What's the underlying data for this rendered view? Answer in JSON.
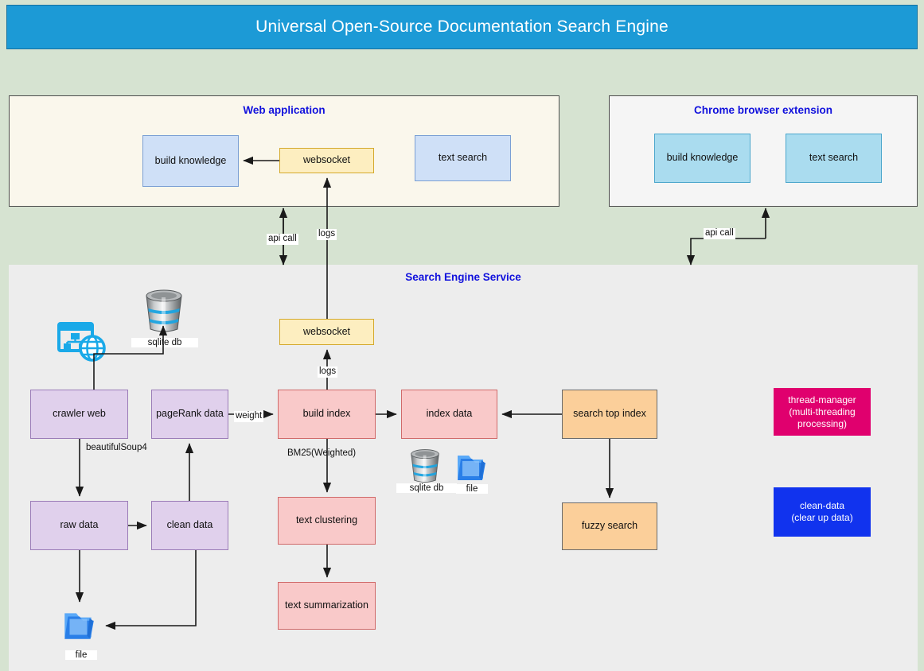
{
  "title": {
    "text": "Universal Open-Source Documentation Search Engine"
  },
  "panels": {
    "webapp": {
      "title": "Web application"
    },
    "chrome": {
      "title": "Chrome browser extension"
    },
    "service": {
      "title": "Search Engine Service"
    }
  },
  "webapp_nodes": [
    {
      "label": "build knowledge"
    },
    {
      "label": "websocket"
    },
    {
      "label": "text search"
    }
  ],
  "chrome_nodes": [
    {
      "label": "build knowledge"
    },
    {
      "label": "text search"
    }
  ],
  "service_nodes": {
    "websocket": "websocket",
    "crawler_web": "crawler web",
    "pagerank_data": "pageRank data",
    "build_index": "build index",
    "index_data": "index data",
    "search_top_index": "search top index",
    "thread_manager": "thread-manager\n(multi-threading\nprocessing)",
    "thread_manager_line1": "thread-manager",
    "thread_manager_line2": "(multi-threading",
    "thread_manager_line3": "processing)",
    "raw_data": "raw data",
    "clean_data": "clean data",
    "text_clustering": "text clustering",
    "text_summarization": "text summarization",
    "fuzzy_search": "fuzzy search",
    "clean_data_util_line1": "clean-data",
    "clean_data_util_line2": "(clear up data)"
  },
  "edge_labels": {
    "api_call_left": "api call",
    "logs_top": "logs",
    "api_call_right": "api call",
    "logs_service": "logs",
    "beautifulsoup4": "beautifulSoup4",
    "weight": "weight",
    "bm25": "BM25(Weighted)"
  },
  "icons": {
    "sqlite_db_top": "sqlite db",
    "sqlite_db_mid": "sqlite db",
    "file_mid": "file",
    "file_bottom": "file",
    "web_crawler_icon_name": "network-web-icon"
  },
  "colors": {
    "page_background": "#d6e3d1",
    "title_banner": "#1c9ad6",
    "panel_webapp": "#faf7ec",
    "panel_chrome": "#f5f5f5",
    "panel_service": "#ededed",
    "panel_title_text": "#1111dd",
    "blue_soft": "#cfe0f7",
    "blue_mid": "#aadcef",
    "yellow": "#fdeec0",
    "purple": "#e0d0ec",
    "pink": "#f9c9c9",
    "orange": "#fbcf9a",
    "crimson": "#e0006e",
    "blue_strong": "#1133ee"
  }
}
